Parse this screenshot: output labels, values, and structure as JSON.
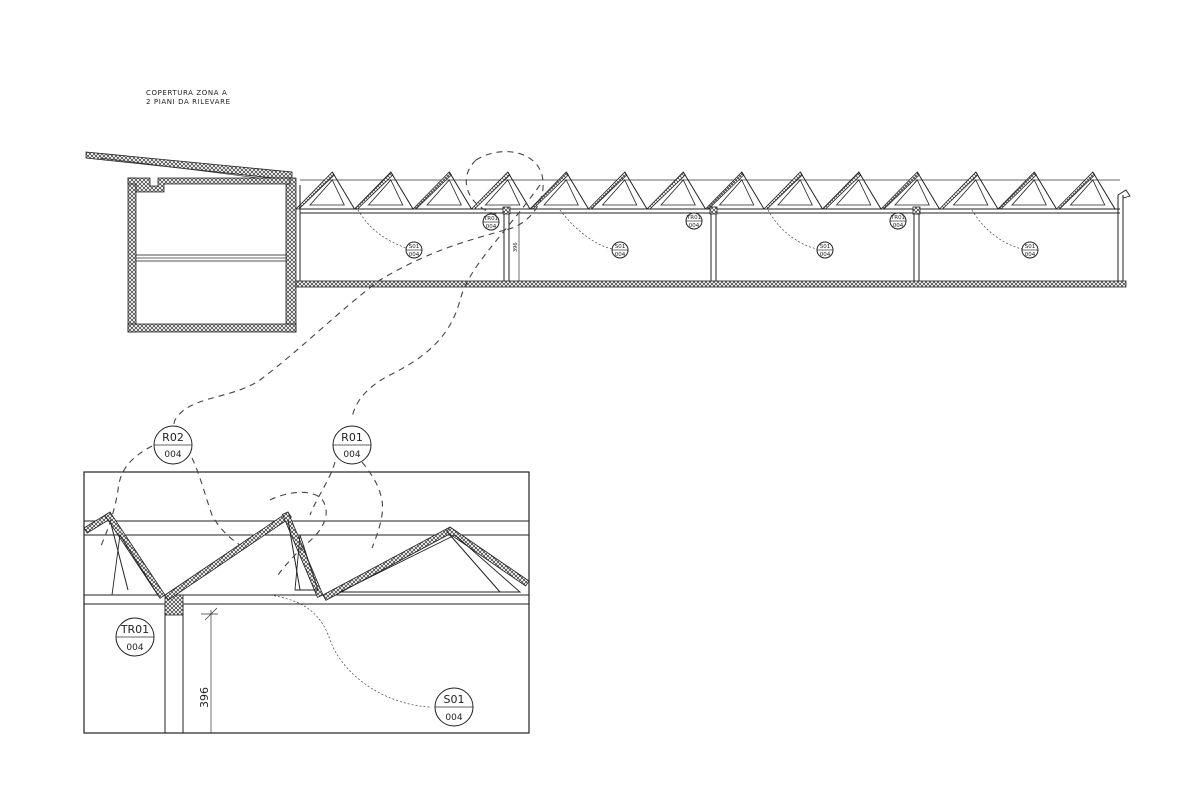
{
  "note": {
    "line1": "COPERTURA ZONA A",
    "line2": "2 PIANI DA RILEVARE"
  },
  "tags": {
    "r02": {
      "code": "R02",
      "sheet": "004"
    },
    "r01": {
      "code": "R01",
      "sheet": "004"
    },
    "tr01": {
      "code": "TR01",
      "sheet": "004"
    },
    "s01": {
      "code": "S01",
      "sheet": "004"
    }
  },
  "section_tags": {
    "tr01_a": {
      "code": "TR01",
      "sheet": "004"
    },
    "tr01_b": {
      "code": "TR01",
      "sheet": "004"
    },
    "tr01_c": {
      "code": "TR01",
      "sheet": "004"
    },
    "s01_a": {
      "code": "S01",
      "sheet": "004"
    },
    "s01_b": {
      "code": "S01",
      "sheet": "004"
    },
    "s01_c": {
      "code": "S01",
      "sheet": "004"
    },
    "s01_d": {
      "code": "S01",
      "sheet": "004"
    }
  },
  "dimensions": {
    "detail_height": "396",
    "section_height": "396"
  },
  "colors": {
    "ink": "#222222",
    "paper": "#ffffff"
  }
}
